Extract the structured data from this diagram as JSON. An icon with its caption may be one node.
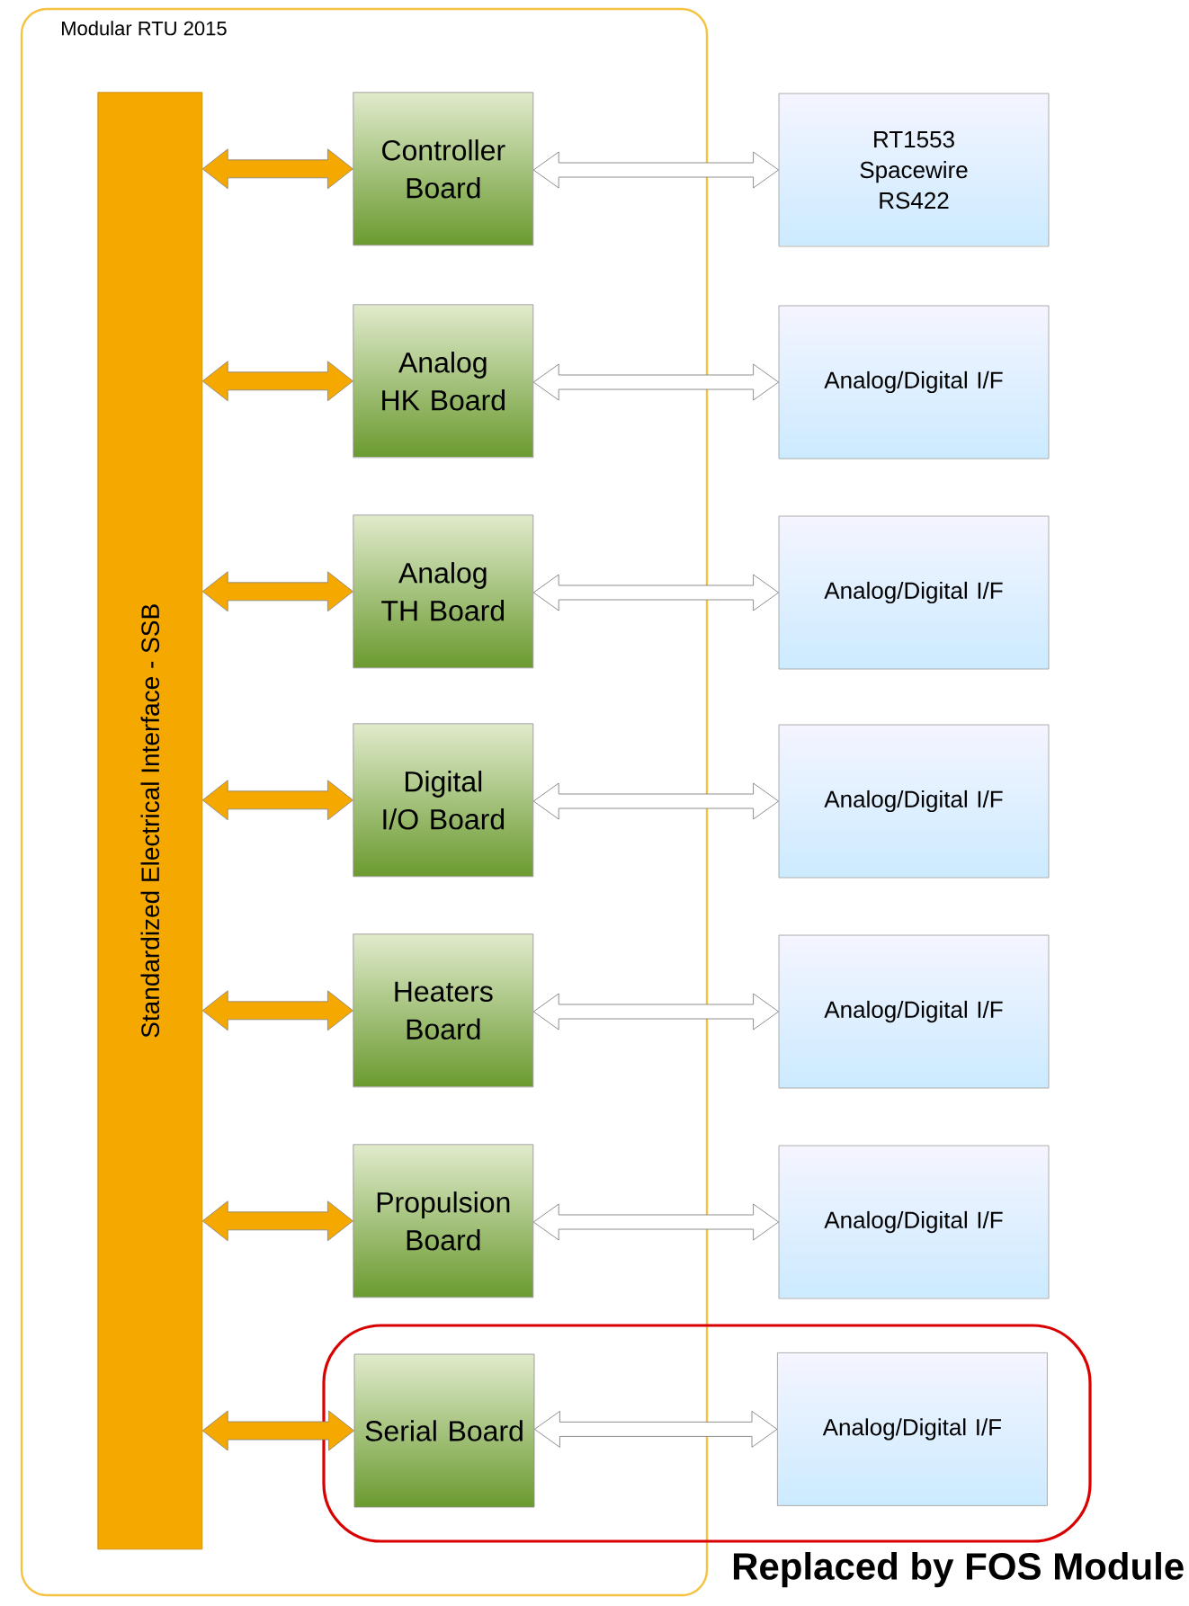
{
  "diagram": {
    "nodes": [
      {
        "text": [
          "Modular RTU 2015"
        ]
      },
      {
        "text": [
          "Standardized Electrical Interface - SSB"
        ],
        "in": 0
      },
      {
        "text": [
          "Controller Board"
        ],
        "in": 0
      },
      {
        "text": [
          "Analog HK Board"
        ],
        "in": 0
      },
      {
        "text": [
          "Analog TH Board"
        ],
        "in": 0
      },
      {
        "text": [
          "Digital I/O Board"
        ],
        "in": 0
      },
      {
        "text": [
          "Heaters Board"
        ],
        "in": 0
      },
      {
        "text": [
          "Propulsion Board"
        ],
        "in": 0
      },
      {
        "text": [
          "Serial Board"
        ]
      },
      {
        "text": [
          "RT1553 Spacewire RS422"
        ]
      },
      {
        "text": [
          "Analog/Digital I/F"
        ]
      },
      {
        "text": [
          "Analog/Digital I/F"
        ]
      },
      {
        "text": [
          "Analog/Digital I/F"
        ]
      },
      {
        "text": [
          "Analog/Digital I/F"
        ]
      },
      {
        "text": [
          "Analog/Digital I/F"
        ]
      },
      {
        "text": [
          "Replaced by FOS Module"
        ]
      },
      {
        "text": [
          "Analog/Digital I/F"
        ],
        "in": 15
      }
    ],
    "edges": [
      {
        "from": 1,
        "to": 2,
        "arrow": "both",
        "color": "#f5a800"
      },
      {
        "from": 1,
        "to": 3,
        "arrow": "both",
        "color": "#f5a800"
      },
      {
        "from": 1,
        "to": 4,
        "arrow": "both",
        "color": "#f5a800"
      },
      {
        "from": 1,
        "to": 5,
        "arrow": "both",
        "color": "#f5a800"
      },
      {
        "from": 1,
        "to": 6,
        "arrow": "both",
        "color": "#f5a800"
      },
      {
        "from": 1,
        "to": 7,
        "arrow": "both",
        "color": "#f5a800"
      },
      {
        "from": 1,
        "to": 8,
        "arrow": "both",
        "color": "#f5a800"
      },
      {
        "from": 2,
        "to": 9,
        "arrow": "both"
      },
      {
        "from": 3,
        "to": 10,
        "arrow": "both"
      },
      {
        "from": 4,
        "to": 11,
        "arrow": "both"
      },
      {
        "from": 5,
        "to": 12,
        "arrow": "both"
      },
      {
        "from": 6,
        "to": 13,
        "arrow": "both"
      },
      {
        "from": 7,
        "to": 14,
        "arrow": "both"
      },
      {
        "from": 8,
        "to": 16,
        "arrow": "both"
      }
    ]
  }
}
